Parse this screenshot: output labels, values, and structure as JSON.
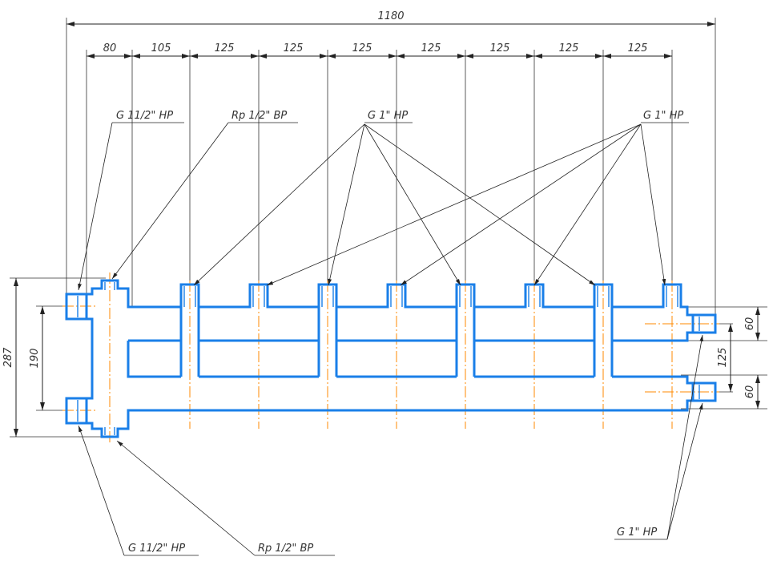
{
  "dimensions": {
    "overall_length": "1180",
    "spacings": [
      "80",
      "105",
      "125",
      "125",
      "125",
      "125",
      "125",
      "125",
      "125"
    ],
    "overall_height": "287",
    "left_connection_spacing": "190",
    "right_top_offset": "60",
    "right_spacing": "125",
    "right_bottom_offset": "60"
  },
  "callouts": {
    "left_top_thread": "G 11/2\" НР",
    "left_top_vent": "Rp 1/2\" ВР",
    "center_outlets": "G 1\" НР",
    "right_outlets": "G 1\" НР",
    "left_bottom_thread": "G 11/2\" НР",
    "left_bottom_drain": "Rp 1/2\" ВР",
    "right_end_ports": "G 1\" НР"
  },
  "colors": {
    "pipe": "#1a7fe8",
    "axis": "#ff8a00",
    "dimension": "#222222"
  }
}
